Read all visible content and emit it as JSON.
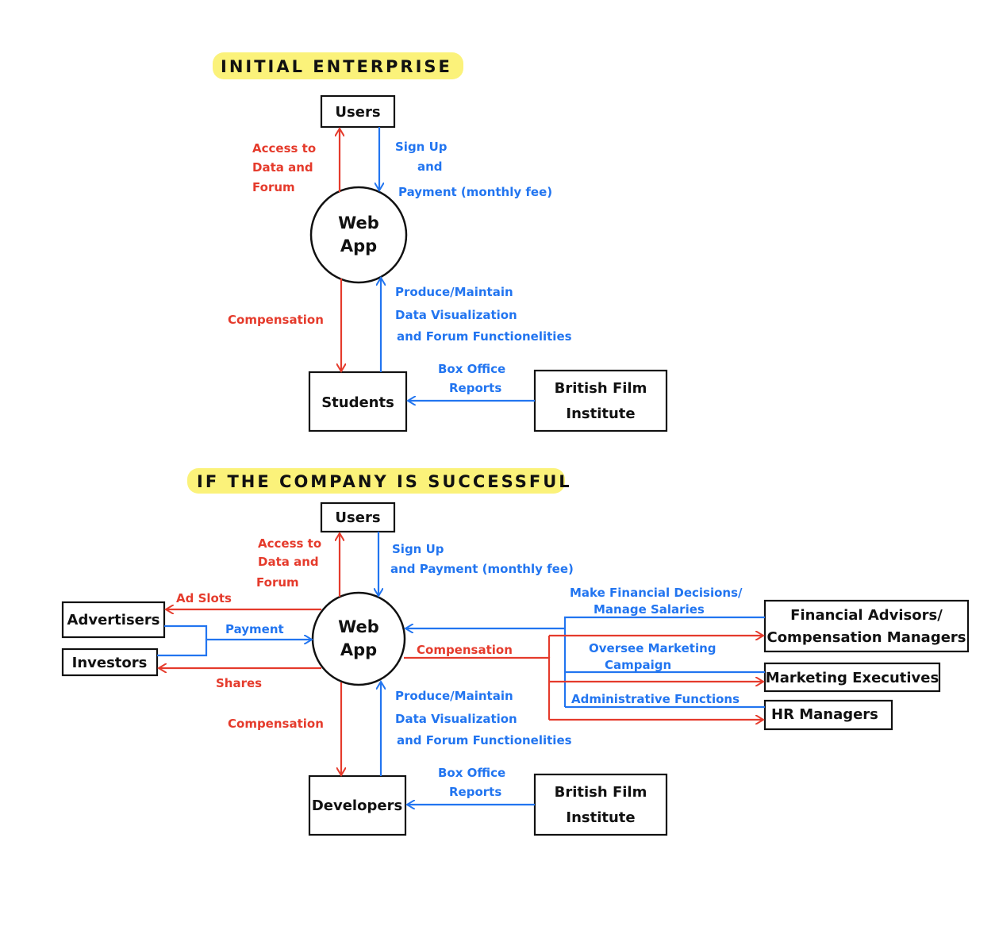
{
  "colors": {
    "red": "#e53b2c",
    "blue": "#2275f0",
    "highlight": "#fbf27a",
    "ink": "#111111"
  },
  "initial": {
    "heading": "INITIAL ENTERPRISE",
    "users": "Users",
    "web_app": [
      "Web",
      "App"
    ],
    "students": "Students",
    "bfi": [
      "British Film",
      "Institute"
    ],
    "access": [
      "Access to",
      "Data and",
      "Forum"
    ],
    "signup": [
      "Sign Up",
      "and",
      "Payment (monthly fee)"
    ],
    "compensation": "Compensation",
    "produce": [
      "Produce/Maintain",
      "Data Visualization",
      "and Forum Functionelities"
    ],
    "box_office": [
      "Box Office",
      "Reports"
    ]
  },
  "success": {
    "heading": "IF THE COMPANY IS SUCCESSFUL",
    "users": "Users",
    "web_app": [
      "Web",
      "App"
    ],
    "developers": "Developers",
    "bfi": [
      "British Film",
      "Institute"
    ],
    "advertisers": "Advertisers",
    "investors": "Investors",
    "financial": [
      "Financial Advisors/",
      "Compensation Managers"
    ],
    "marketing": "Marketing Executives",
    "hr": "HR Managers",
    "access": [
      "Access to",
      "Data and",
      "Forum"
    ],
    "signup": [
      "Sign Up",
      "and Payment (monthly fee)"
    ],
    "ad_slots": "Ad Slots",
    "payment": "Payment",
    "shares": "Shares",
    "compensation_right": "Compensation",
    "compensation_down": "Compensation",
    "financial_decisions": [
      "Make Financial Decisions/",
      "Manage Salaries"
    ],
    "oversee": [
      "Oversee Marketing",
      "Campaign"
    ],
    "admin": "Administrative Functions",
    "produce": [
      "Produce/Maintain",
      "Data Visualization",
      "and Forum Functionelities"
    ],
    "box_office": [
      "Box Office",
      "Reports"
    ]
  }
}
